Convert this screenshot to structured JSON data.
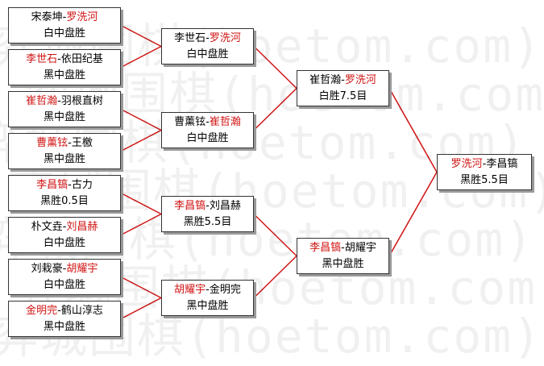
{
  "watermark_text": "弈城围棋(hoetom.com)",
  "colors": {
    "winner": "#d11414",
    "connector": "#d11414",
    "border": "#333333"
  },
  "round1": [
    {
      "p1": "宋泰坤",
      "p2": "罗洗河",
      "winner": 2,
      "result": "白中盘胜"
    },
    {
      "p1": "李世石",
      "p2": "依田纪基",
      "winner": 1,
      "result": "黑中盘胜"
    },
    {
      "p1": "崔哲瀚",
      "p2": "羽根直树",
      "winner": 1,
      "result": "黑中盘胜"
    },
    {
      "p1": "曹薰铉",
      "p2": "王檄",
      "winner": 1,
      "result": "黑中盘胜"
    },
    {
      "p1": "李昌镐",
      "p2": "古力",
      "winner": 1,
      "result": "黑胜0.5目"
    },
    {
      "p1": "朴文垚",
      "p2": "刘昌赫",
      "winner": 2,
      "result": "白中盘胜"
    },
    {
      "p1": "刘栽豪",
      "p2": "胡耀宇",
      "winner": 2,
      "result": "白中盘胜"
    },
    {
      "p1": "金明完",
      "p2": "鹤山淳志",
      "winner": 1,
      "result": "黑中盘胜"
    }
  ],
  "round2": [
    {
      "p1": "李世石",
      "p2": "罗洗河",
      "winner": 2,
      "result": "白中盘胜"
    },
    {
      "p1": "曹薰铉",
      "p2": "崔哲瀚",
      "winner": 2,
      "result": "白中盘胜"
    },
    {
      "p1": "李昌镐",
      "p2": "刘昌赫",
      "winner": 1,
      "result": "黑胜5.5目"
    },
    {
      "p1": "胡耀宇",
      "p2": "金明完",
      "winner": 1,
      "result": "黑中盘胜"
    }
  ],
  "round3": [
    {
      "p1": "崔哲瀚",
      "p2": "罗洗河",
      "winner": 2,
      "result": "白胜7.5目"
    },
    {
      "p1": "李昌镐",
      "p2": "胡耀宇",
      "winner": 1,
      "result": "黑中盘胜"
    }
  ],
  "final": [
    {
      "p1": "罗洗河",
      "p2": "李昌镐",
      "winner": 1,
      "result": "黑胜5.5目"
    }
  ]
}
